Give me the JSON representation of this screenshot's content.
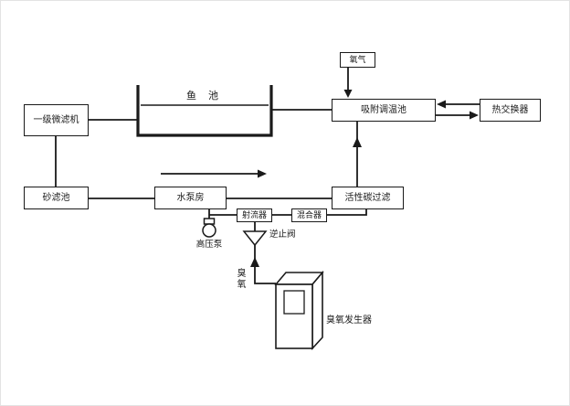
{
  "diagram": {
    "nodes": {
      "microfilter": {
        "label": "一级微滤机"
      },
      "fish_pond": {
        "label": "鱼 池"
      },
      "oxygen": {
        "label": "氧气"
      },
      "adsorption_pool": {
        "label": "吸附调温池"
      },
      "heat_exchanger": {
        "label": "热交换器"
      },
      "sand_filter": {
        "label": "砂滤池"
      },
      "pump_house": {
        "label": "水泵房"
      },
      "carbon_filter": {
        "label": "活性碳过滤"
      },
      "ejector": {
        "label": "射流器"
      },
      "mixer": {
        "label": "混合器"
      },
      "high_pressure_pump": {
        "label": "高压泵"
      },
      "check_valve": {
        "label": "逆止阀"
      },
      "ozone": {
        "label": "臭氧"
      },
      "ozone_generator": {
        "label": "臭氧发生器"
      }
    },
    "edges": [
      {
        "from": "fish_pond",
        "to": "microfilter"
      },
      {
        "from": "microfilter",
        "to": "sand_filter"
      },
      {
        "from": "sand_filter",
        "to": "pump_house"
      },
      {
        "from": "pump_house",
        "to": "carbon_filter"
      },
      {
        "from": "carbon_filter",
        "to": "adsorption_pool",
        "arrow": "up"
      },
      {
        "from": "adsorption_pool",
        "to": "fish_pond"
      },
      {
        "from": "heat_exchanger",
        "to": "adsorption_pool",
        "arrow": "left"
      },
      {
        "from": "adsorption_pool",
        "to": "heat_exchanger",
        "arrow": "right"
      },
      {
        "from": "oxygen",
        "to": "adsorption_pool",
        "arrow": "down"
      },
      {
        "from": "pump_house",
        "to": "high_pressure_pump"
      },
      {
        "from": "high_pressure_pump",
        "to": "ejector"
      },
      {
        "from": "ejector",
        "to": "mixer"
      },
      {
        "from": "mixer",
        "to": "carbon_filter"
      },
      {
        "from": "ozone_generator",
        "to": "check_valve",
        "arrow": "up"
      },
      {
        "from": "check_valve",
        "to": "ejector"
      }
    ],
    "colors": {
      "line": "#1a1a1a",
      "background": "#ffffff",
      "box_background": "#ffffff"
    }
  }
}
